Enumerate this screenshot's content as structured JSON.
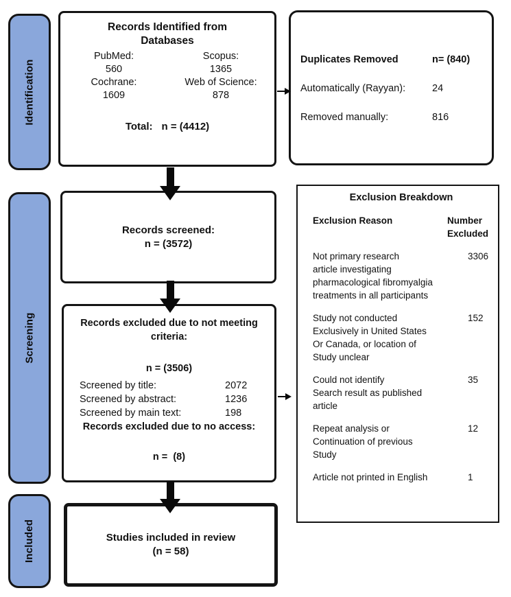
{
  "colors": {
    "stage_fill": "#8AA7DB",
    "border": "#141414",
    "background": "#FFFFFF",
    "arrow": "#0A0A0A"
  },
  "sidebar": {
    "stages": [
      {
        "label": "Identification"
      },
      {
        "label": "Screening"
      },
      {
        "label": "Included"
      }
    ]
  },
  "identification": {
    "databases_box": {
      "title": "Records Identified from\nDatabases",
      "left_column": [
        {
          "label": "PubMed:",
          "value": "560"
        },
        {
          "label": "Cochrane:",
          "value": "1609"
        }
      ],
      "right_column": [
        {
          "label": "Scopus:",
          "value": "1365"
        },
        {
          "label": "Web of Science:",
          "value": "878"
        }
      ],
      "total": {
        "label": "Total:",
        "value": "n = (4412)"
      }
    },
    "duplicates_box": {
      "title": "Duplicates Removed",
      "n_value": "n= (840)",
      "rows": [
        {
          "label": "Automatically (Rayyan):",
          "value": "24"
        },
        {
          "label": "Removed manually:",
          "value": "816"
        }
      ]
    }
  },
  "screening": {
    "screened_box": {
      "text": "Records screened:\nn = (3572)"
    },
    "excluded_box": {
      "title": "Records excluded due to not meeting\ncriteria:",
      "n_value": "n = (3506)",
      "rows": [
        {
          "label": "Screened by title:",
          "value": "2072"
        },
        {
          "label": "Screened by abstract:",
          "value": "1236"
        },
        {
          "label": "Screened by main text:",
          "value": "198"
        }
      ],
      "no_access_title": "Records excluded due to no access:",
      "no_access_n": "n =  (8)"
    },
    "exclusion_breakdown": {
      "title": "Exclusion Breakdown",
      "header": {
        "reason": "Exclusion Reason",
        "count": "Number\nExcluded"
      },
      "rows": [
        {
          "reason": "Not primary research\narticle investigating\npharmacological fibromyalgia\ntreatments in all participants",
          "count": "3306"
        },
        {
          "reason": "Study not conducted\nExclusively in United States\nOr Canada, or location of\nStudy unclear",
          "count": "152"
        },
        {
          "reason": "Could not identify\nSearch result as published\narticle",
          "count": "35"
        },
        {
          "reason": "Repeat analysis or\nContinuation of previous\nStudy",
          "count": "12"
        },
        {
          "reason": "Article not printed in English",
          "count": "1"
        }
      ]
    }
  },
  "included": {
    "box": {
      "text": "Studies included in review\n(n = 58)"
    }
  }
}
